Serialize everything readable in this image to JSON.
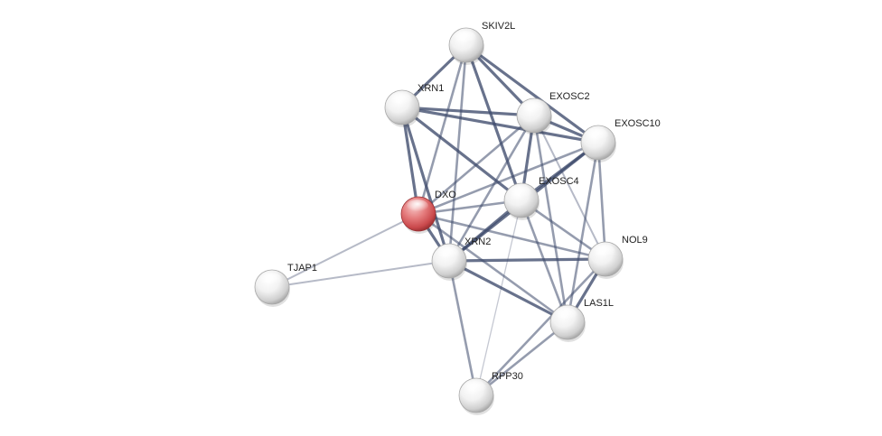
{
  "diagram": {
    "type": "protein-interaction-network",
    "query_node": "DXO",
    "node_color": "#f4f4f4",
    "query_node_color": "#d9575a",
    "edge_color": "#3e4a6b",
    "nodes": [
      {
        "id": "SKIV2L",
        "label": "SKIV2L",
        "query": false
      },
      {
        "id": "XRN1",
        "label": "XRN1",
        "query": false
      },
      {
        "id": "EXOSC2",
        "label": "EXOSC2",
        "query": false
      },
      {
        "id": "EXOSC10",
        "label": "EXOSC10",
        "query": false
      },
      {
        "id": "EXOSC4",
        "label": "EXOSC4",
        "query": false
      },
      {
        "id": "DXO",
        "label": "DXO",
        "query": true
      },
      {
        "id": "XRN2",
        "label": "XRN2",
        "query": false
      },
      {
        "id": "NOL9",
        "label": "NOL9",
        "query": false
      },
      {
        "id": "TJAP1",
        "label": "TJAP1",
        "query": false
      },
      {
        "id": "LAS1L",
        "label": "LAS1L",
        "query": false
      },
      {
        "id": "RPP30",
        "label": "RPP30",
        "query": false
      }
    ],
    "edges": [
      {
        "source": "SKIV2L",
        "target": "XRN1",
        "strength": "strong"
      },
      {
        "source": "SKIV2L",
        "target": "EXOSC2",
        "strength": "strong"
      },
      {
        "source": "SKIV2L",
        "target": "EXOSC10",
        "strength": "strong"
      },
      {
        "source": "SKIV2L",
        "target": "EXOSC4",
        "strength": "strong"
      },
      {
        "source": "SKIV2L",
        "target": "DXO",
        "strength": "medium"
      },
      {
        "source": "SKIV2L",
        "target": "XRN2",
        "strength": "medium"
      },
      {
        "source": "XRN1",
        "target": "EXOSC2",
        "strength": "strong"
      },
      {
        "source": "XRN1",
        "target": "EXOSC10",
        "strength": "strong"
      },
      {
        "source": "XRN1",
        "target": "EXOSC4",
        "strength": "strong"
      },
      {
        "source": "XRN1",
        "target": "DXO",
        "strength": "strong"
      },
      {
        "source": "XRN1",
        "target": "XRN2",
        "strength": "strong"
      },
      {
        "source": "EXOSC2",
        "target": "EXOSC10",
        "strength": "strong"
      },
      {
        "source": "EXOSC2",
        "target": "EXOSC4",
        "strength": "strong"
      },
      {
        "source": "EXOSC2",
        "target": "DXO",
        "strength": "medium"
      },
      {
        "source": "EXOSC2",
        "target": "XRN2",
        "strength": "medium"
      },
      {
        "source": "EXOSC2",
        "target": "NOL9",
        "strength": "weak"
      },
      {
        "source": "EXOSC2",
        "target": "LAS1L",
        "strength": "medium"
      },
      {
        "source": "EXOSC10",
        "target": "EXOSC4",
        "strength": "strong"
      },
      {
        "source": "EXOSC10",
        "target": "DXO",
        "strength": "medium"
      },
      {
        "source": "EXOSC10",
        "target": "XRN2",
        "strength": "strong"
      },
      {
        "source": "EXOSC10",
        "target": "NOL9",
        "strength": "medium"
      },
      {
        "source": "EXOSC10",
        "target": "LAS1L",
        "strength": "medium"
      },
      {
        "source": "EXOSC4",
        "target": "DXO",
        "strength": "medium"
      },
      {
        "source": "EXOSC4",
        "target": "XRN2",
        "strength": "strong"
      },
      {
        "source": "EXOSC4",
        "target": "NOL9",
        "strength": "medium"
      },
      {
        "source": "EXOSC4",
        "target": "LAS1L",
        "strength": "medium"
      },
      {
        "source": "EXOSC4",
        "target": "RPP30",
        "strength": "faint"
      },
      {
        "source": "DXO",
        "target": "XRN2",
        "strength": "strong"
      },
      {
        "source": "DXO",
        "target": "NOL9",
        "strength": "medium"
      },
      {
        "source": "DXO",
        "target": "LAS1L",
        "strength": "medium"
      },
      {
        "source": "DXO",
        "target": "TJAP1",
        "strength": "weak"
      },
      {
        "source": "XRN2",
        "target": "NOL9",
        "strength": "strong"
      },
      {
        "source": "XRN2",
        "target": "LAS1L",
        "strength": "strong"
      },
      {
        "source": "XRN2",
        "target": "TJAP1",
        "strength": "weak"
      },
      {
        "source": "XRN2",
        "target": "RPP30",
        "strength": "medium"
      },
      {
        "source": "NOL9",
        "target": "LAS1L",
        "strength": "strong"
      },
      {
        "source": "LAS1L",
        "target": "RPP30",
        "strength": "medium"
      },
      {
        "source": "NOL9",
        "target": "RPP30",
        "strength": "medium"
      }
    ]
  }
}
